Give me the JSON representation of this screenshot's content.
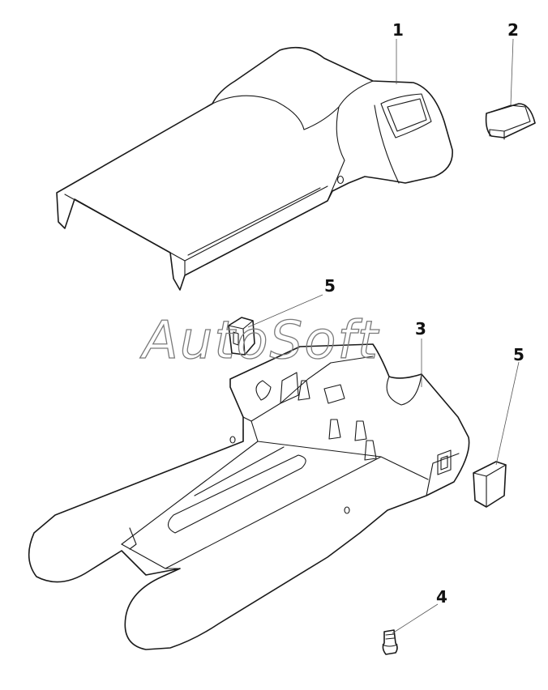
{
  "watermark": "AutoSoft",
  "callouts": {
    "c1": "1",
    "c2": "2",
    "c3": "3",
    "c4": "4",
    "c5a": "5",
    "c5b": "5"
  }
}
